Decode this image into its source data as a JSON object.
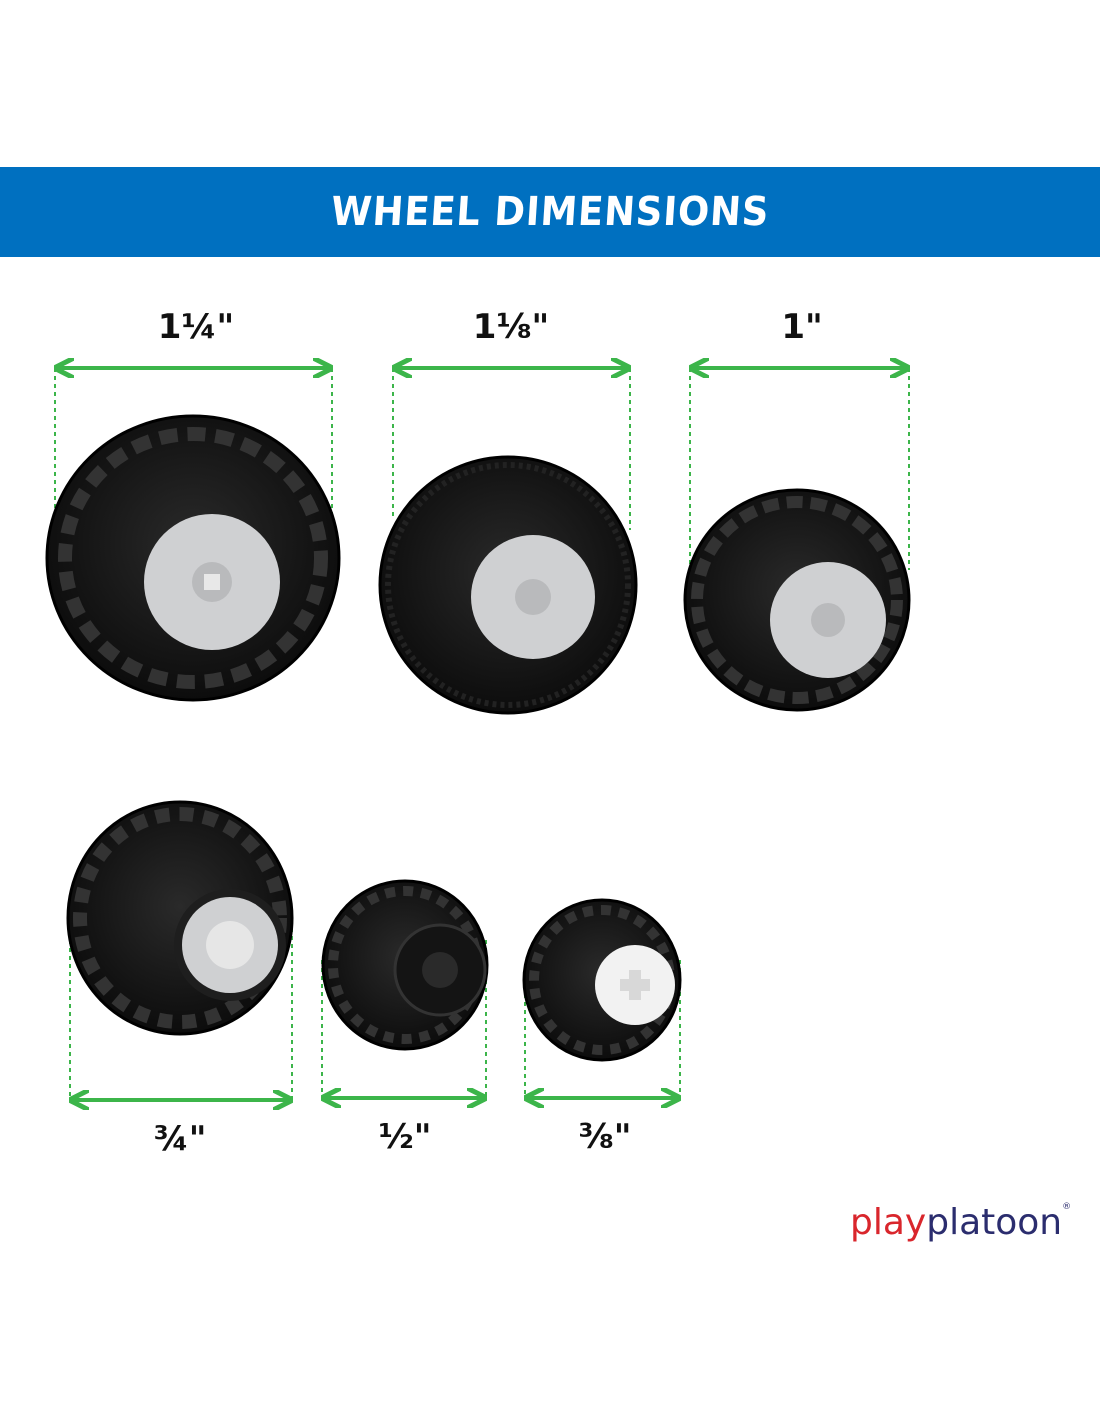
{
  "banner": {
    "title": "WHEEL DIMENSIONS",
    "color": "#0070c0"
  },
  "wheels": [
    {
      "size": "1¼\"",
      "hub": "light-gray"
    },
    {
      "size": "1⅛\"",
      "hub": "light-gray"
    },
    {
      "size": "1\"",
      "hub": "light-gray"
    },
    {
      "size": "¾\"",
      "hub": "light-gray"
    },
    {
      "size": "½\"",
      "hub": "black"
    },
    {
      "size": "⅜\"",
      "hub": "white"
    }
  ],
  "measure_color": "#3cb54a",
  "brand": {
    "part1": "play",
    "part2": "platoon",
    "mark": "®"
  }
}
